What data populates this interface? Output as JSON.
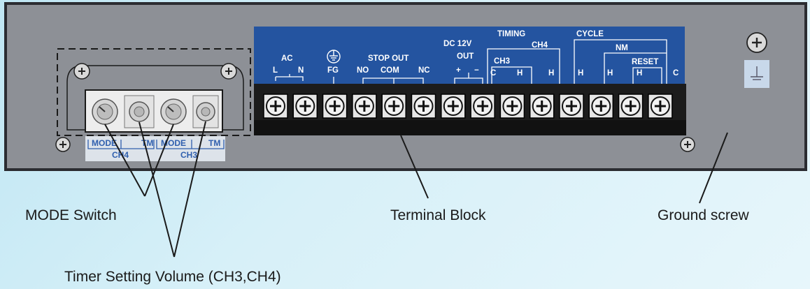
{
  "panel": {
    "colors": {
      "panel": "#8d9096",
      "panel_border": "#2b2c31",
      "terminal_header": "#2454a0",
      "terminal_text": "#ffffff",
      "terminal_block": "#1c1c1c",
      "screw_face": "#d9d9d9",
      "switch_face": "#ededed",
      "switch_label_band": "#2f5fae",
      "ground_plate": "#c8d8ea",
      "background": "#cfeef8"
    },
    "labels": {
      "ac": "AC",
      "l": "L",
      "n": "N",
      "fg": "FG",
      "stop_out": "STOP OUT",
      "no": "NO",
      "com": "COM",
      "nc": "NC",
      "dc12v": "DC 12V",
      "out": "OUT",
      "plus": "+",
      "minus": "−",
      "timing": "TIMING",
      "ch4": "CH4",
      "ch3": "CH3",
      "c": "C",
      "h": "H",
      "cycle": "CYCLE",
      "nm": "NM",
      "reset": "RESET"
    },
    "switch_labels": {
      "mode": "MODE",
      "tm": "TM",
      "ch4": "CH4",
      "ch3": "CH3"
    }
  },
  "callouts": {
    "mode_switch": "MODE Switch",
    "terminal_block": "Terminal Block",
    "ground_screw": "Ground screw",
    "timer_setting_volume": "Timer Setting Volume (CH3,CH4)"
  }
}
